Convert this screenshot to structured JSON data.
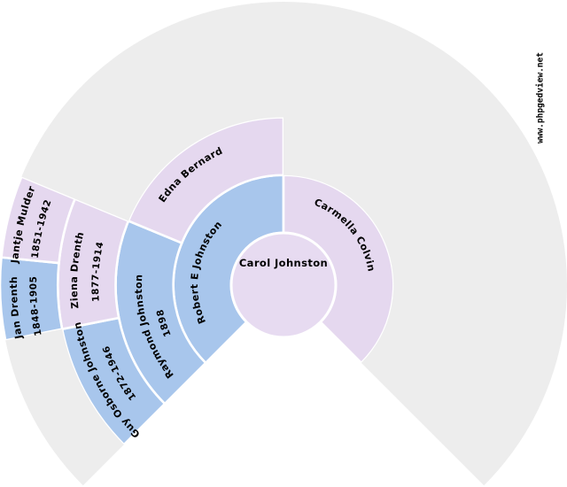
{
  "watermark": "www.phpgedview.net",
  "chart_data": {
    "type": "sunburst",
    "description": "270-degree ancestry fan chart, 4 generations plus center person",
    "fan_degrees": 270,
    "center_person": {
      "name": "Carol Johnston"
    },
    "colors": {
      "male": "#a8c6ec",
      "female": "#e5d8ef",
      "center": "#e7dbf1",
      "empty": "#ededed",
      "gap": "#ffffff",
      "text": "#000000"
    },
    "cells": [
      {
        "name": "Robert E Johnston",
        "dates": "",
        "sex": "male",
        "ring": 1,
        "start": 0,
        "end": 0.5
      },
      {
        "name": "Carmella Colvin",
        "dates": "",
        "sex": "female",
        "ring": 1,
        "start": 0.5,
        "end": 1
      },
      {
        "name": "Raymond Johnston",
        "dates": "1898",
        "sex": "male",
        "ring": 2,
        "start": 0,
        "end": 0.25
      },
      {
        "name": "Edna Bernard",
        "dates": "",
        "sex": "female",
        "ring": 2,
        "start": 0.25,
        "end": 0.5
      },
      {
        "name": "Guy Osborne Johnston",
        "dates": "1872-1946",
        "sex": "male",
        "ring": 3,
        "start": 0,
        "end": 0.125
      },
      {
        "name": "Ziena Drenth",
        "dates": "1877-1914",
        "sex": "female",
        "ring": 3,
        "start": 0.125,
        "end": 0.25
      },
      {
        "name": "Jan Drenth",
        "dates": "1848-1905",
        "sex": "male",
        "ring": 4,
        "start": 0.125,
        "end": 0.1875
      },
      {
        "name": "Jantje Mulder",
        "dates": "1851-1942",
        "sex": "female",
        "ring": 4,
        "start": 0.1875,
        "end": 0.25
      }
    ],
    "empty_regions": [
      {
        "ring_start": 2,
        "ring_end": 4,
        "start": 0.5,
        "end": 1
      },
      {
        "ring_start": 3,
        "ring_end": 4,
        "start": 0.25,
        "end": 0.5
      },
      {
        "ring_start": 4,
        "ring_end": 4,
        "start": 0,
        "end": 0.125
      }
    ]
  }
}
